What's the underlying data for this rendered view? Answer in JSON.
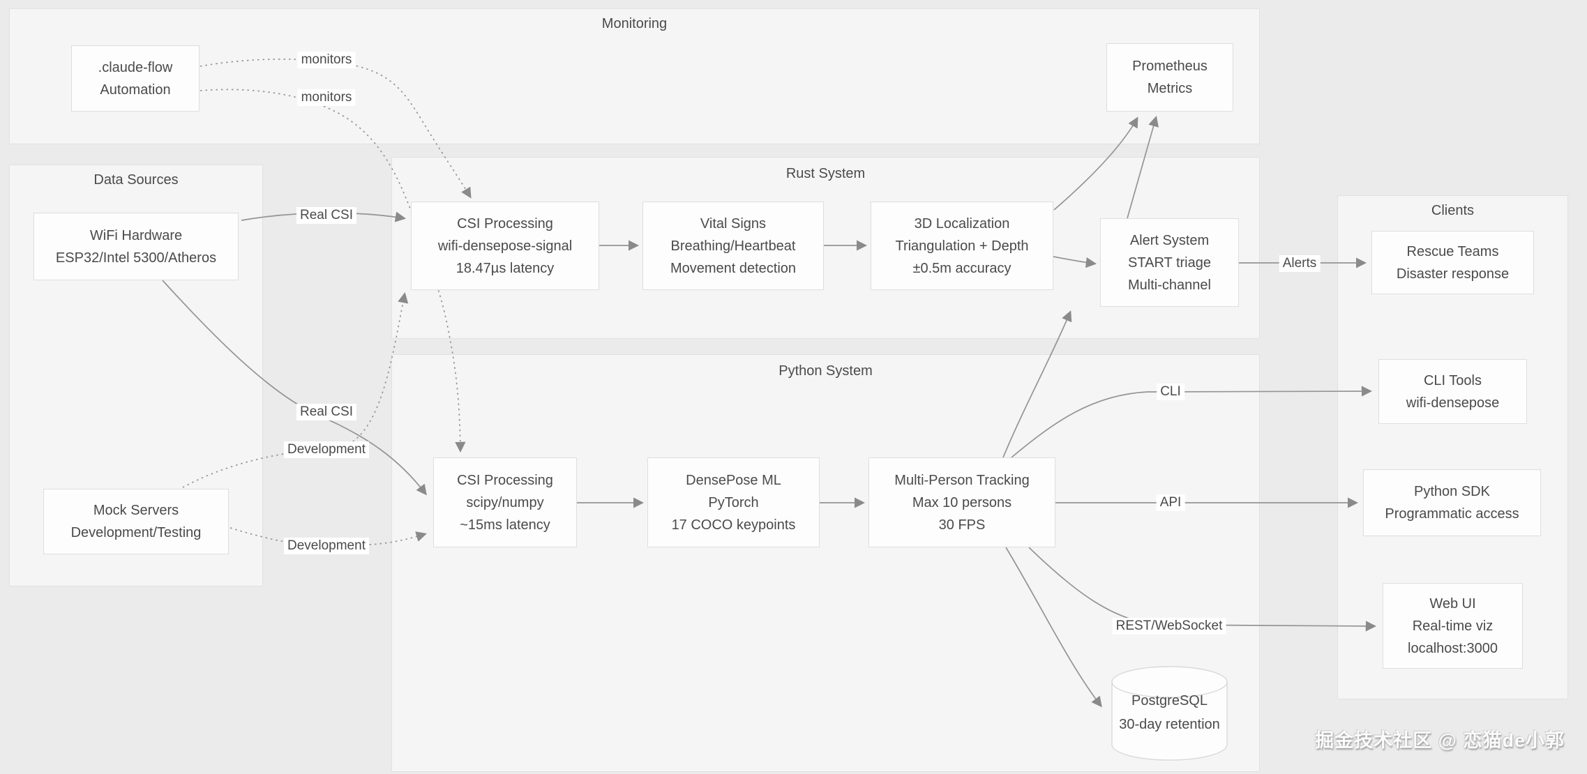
{
  "containers": {
    "monitoring": {
      "title": "Monitoring"
    },
    "data_sources": {
      "title": "Data Sources"
    },
    "rust_system": {
      "title": "Rust System"
    },
    "python_system": {
      "title": "Python System"
    },
    "clients": {
      "title": "Clients"
    }
  },
  "nodes": {
    "claude_flow": {
      "lines": [
        ".claude-flow",
        "Automation"
      ]
    },
    "prometheus": {
      "lines": [
        "Prometheus",
        "Metrics"
      ]
    },
    "wifi_hardware": {
      "lines": [
        "WiFi Hardware",
        "ESP32/Intel 5300/Atheros"
      ]
    },
    "mock_servers": {
      "lines": [
        "Mock Servers",
        "Development/Testing"
      ]
    },
    "rust_csi": {
      "lines": [
        "CSI Processing",
        "wifi-densepose-signal",
        "18.47µs latency"
      ]
    },
    "vital_signs": {
      "lines": [
        "Vital Signs",
        "Breathing/Heartbeat",
        "Movement detection"
      ]
    },
    "localization": {
      "lines": [
        "3D Localization",
        "Triangulation + Depth",
        "±0.5m accuracy"
      ]
    },
    "alert_system": {
      "lines": [
        "Alert System",
        "START triage",
        "Multi-channel"
      ]
    },
    "python_csi": {
      "lines": [
        "CSI Processing",
        "scipy/numpy",
        "~15ms latency"
      ]
    },
    "densepose": {
      "lines": [
        "DensePose ML",
        "PyTorch",
        "17 COCO keypoints"
      ]
    },
    "tracking": {
      "lines": [
        "Multi-Person Tracking",
        "Max 10 persons",
        "30 FPS"
      ]
    },
    "rescue_teams": {
      "lines": [
        "Rescue Teams",
        "Disaster response"
      ]
    },
    "cli_tools": {
      "lines": [
        "CLI Tools",
        "wifi-densepose"
      ]
    },
    "python_sdk": {
      "lines": [
        "Python SDK",
        "Programmatic access"
      ]
    },
    "web_ui": {
      "lines": [
        "Web UI",
        "Real-time viz",
        "localhost:3000"
      ]
    },
    "postgresql": {
      "lines": [
        "PostgreSQL",
        "30-day retention"
      ]
    }
  },
  "edge_labels": {
    "monitors_1": "monitors",
    "monitors_2": "monitors",
    "real_csi_1": "Real CSI",
    "real_csi_2": "Real CSI",
    "development_1": "Development",
    "development_2": "Development",
    "alerts": "Alerts",
    "cli": "CLI",
    "api": "API",
    "rest_ws": "REST/WebSocket"
  },
  "watermark": "掘金技术社区 @ 恋猫de小郭",
  "colors": {
    "page_bg": "#ebebeb",
    "container_bg": "#f5f5f5",
    "container_border": "#e1e1e1",
    "node_bg": "#fdfdfd",
    "node_border": "#dedede",
    "edge": "#949494",
    "text": "#4a4a4a"
  }
}
